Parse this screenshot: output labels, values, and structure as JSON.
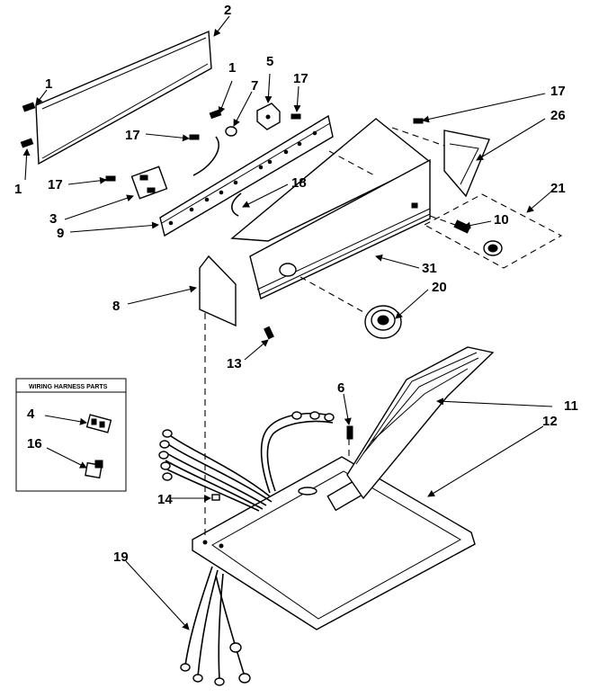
{
  "diagram": {
    "box_title": "WIRING HARNESS PARTS",
    "labels": {
      "l1a": "1",
      "l1b": "1",
      "l1c": "1",
      "l2": "2",
      "l3": "3",
      "l4": "4",
      "l5": "5",
      "l6": "6",
      "l7": "7",
      "l8": "8",
      "l9": "9",
      "l10": "10",
      "l11": "11",
      "l12": "12",
      "l13": "13",
      "l14": "14",
      "l16": "16",
      "l17a": "17",
      "l17b": "17",
      "l17c": "17",
      "l17d": "17",
      "l18": "18",
      "l19": "19",
      "l20": "20",
      "l21": "21",
      "l26": "26",
      "l31": "31"
    }
  }
}
